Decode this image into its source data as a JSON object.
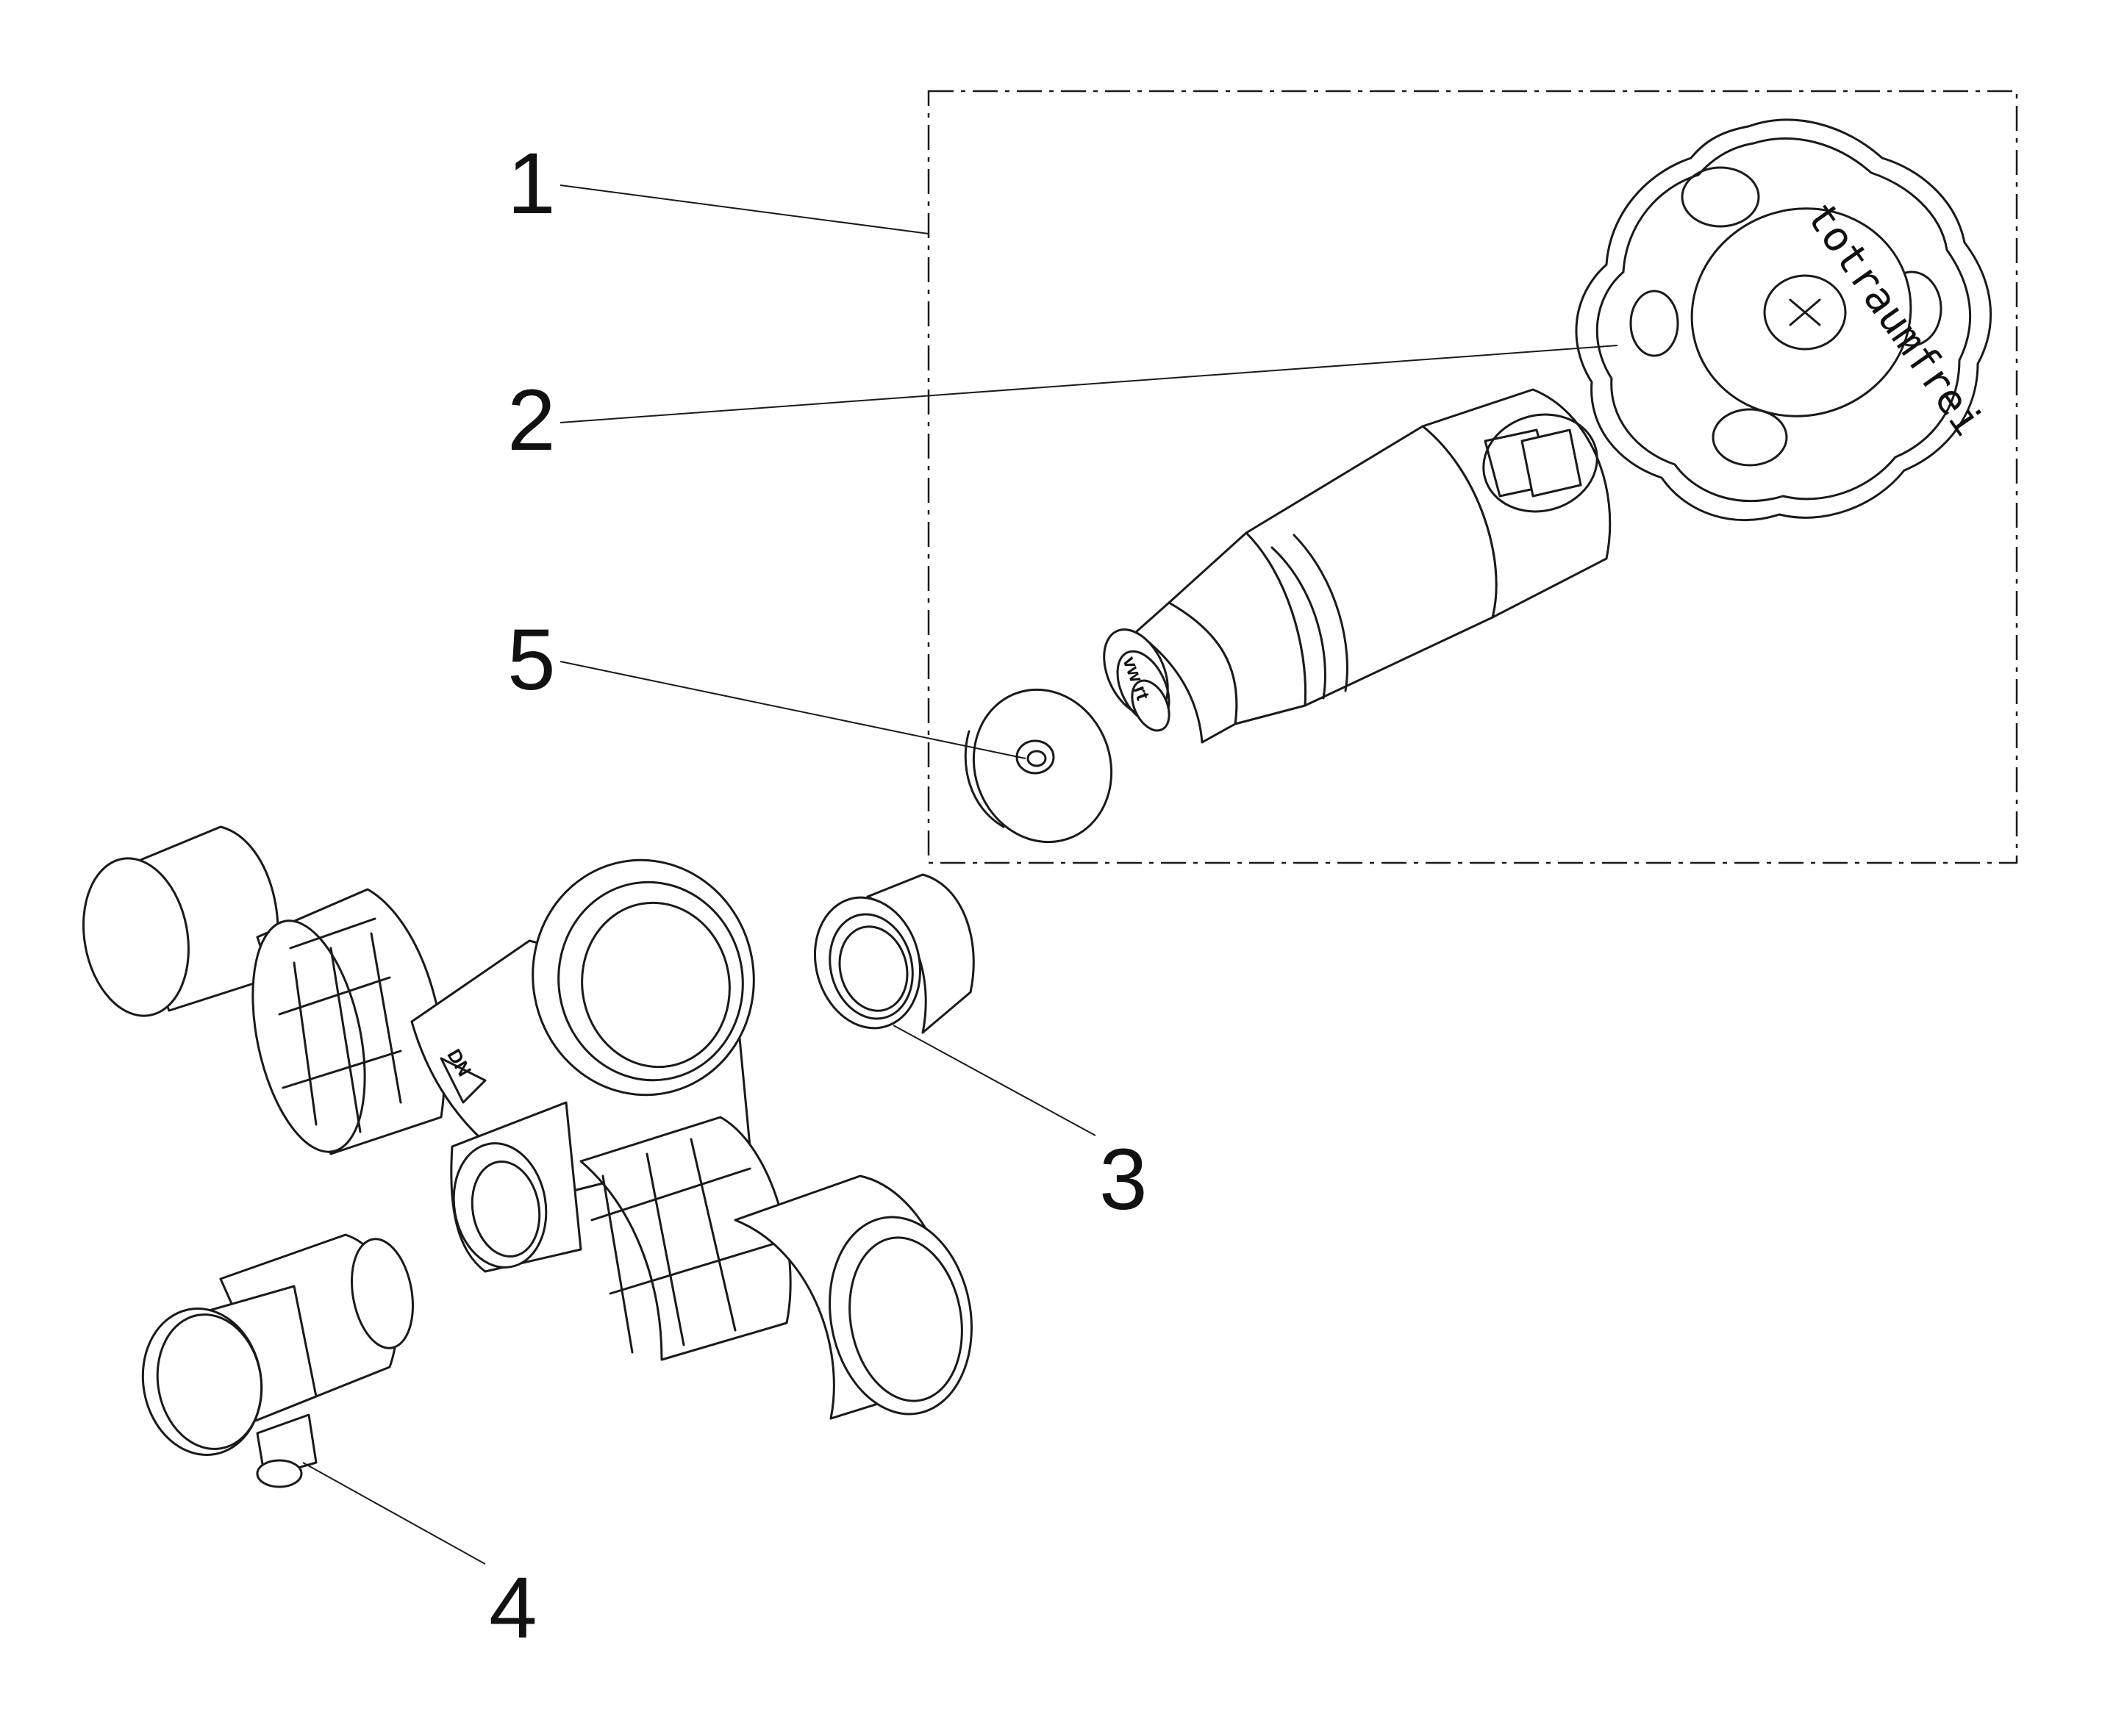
{
  "callouts": [
    {
      "id": "1",
      "label": "1"
    },
    {
      "id": "2",
      "label": "2"
    },
    {
      "id": "5",
      "label": "5"
    },
    {
      "id": "3",
      "label": "3"
    },
    {
      "id": "4",
      "label": "4"
    }
  ],
  "knob_text": "totraumfrei",
  "valve_body_marking": "DN",
  "colors": {
    "line": "#1a1a1a",
    "background": "#ffffff"
  }
}
